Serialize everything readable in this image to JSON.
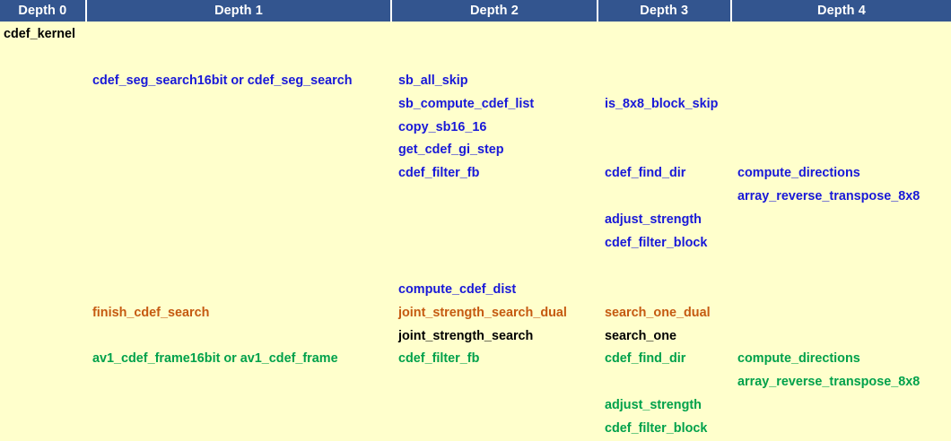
{
  "header": {
    "columns": [
      {
        "label": "Depth 0",
        "name": "column-header-depth-0"
      },
      {
        "label": "Depth 1",
        "name": "column-header-depth-1"
      },
      {
        "label": "Depth 2",
        "name": "column-header-depth-2"
      },
      {
        "label": "Depth 3",
        "name": "column-header-depth-3"
      },
      {
        "label": "Depth 4",
        "name": "column-header-depth-4"
      }
    ]
  },
  "colors": {
    "header_background": "#33558f",
    "header_text": "#ffffff",
    "cell_background": "#ffffcc",
    "text_black": "#000000",
    "text_blue": "#1818d8",
    "text_orange": "#c55a11",
    "text_green": "#00a14b"
  },
  "rows": [
    {
      "depth0": {
        "text": "cdef_kernel",
        "color": "black"
      },
      "depth1": {
        "text": "",
        "color": "none"
      },
      "depth2": {
        "text": "",
        "color": "none"
      },
      "depth3": {
        "text": "",
        "color": "none"
      },
      "depth4": {
        "text": "",
        "color": "none"
      }
    },
    {
      "depth0": {
        "text": "",
        "color": "none"
      },
      "depth1": {
        "text": "",
        "color": "none"
      },
      "depth2": {
        "text": "",
        "color": "none"
      },
      "depth3": {
        "text": "",
        "color": "none"
      },
      "depth4": {
        "text": "",
        "color": "none"
      }
    },
    {
      "depth0": {
        "text": "",
        "color": "none"
      },
      "depth1": {
        "text": "cdef_seg_search16bit or cdef_seg_search",
        "color": "blue"
      },
      "depth2": {
        "text": "sb_all_skip",
        "color": "blue"
      },
      "depth3": {
        "text": "",
        "color": "none"
      },
      "depth4": {
        "text": "",
        "color": "none"
      }
    },
    {
      "depth0": {
        "text": "",
        "color": "none"
      },
      "depth1": {
        "text": "",
        "color": "none"
      },
      "depth2": {
        "text": "sb_compute_cdef_list",
        "color": "blue"
      },
      "depth3": {
        "text": "is_8x8_block_skip",
        "color": "blue"
      },
      "depth4": {
        "text": "",
        "color": "none"
      }
    },
    {
      "depth0": {
        "text": "",
        "color": "none"
      },
      "depth1": {
        "text": "",
        "color": "none"
      },
      "depth2": {
        "text": "copy_sb16_16",
        "color": "blue"
      },
      "depth3": {
        "text": "",
        "color": "none"
      },
      "depth4": {
        "text": "",
        "color": "none"
      }
    },
    {
      "depth0": {
        "text": "",
        "color": "none"
      },
      "depth1": {
        "text": "",
        "color": "none"
      },
      "depth2": {
        "text": "get_cdef_gi_step",
        "color": "blue"
      },
      "depth3": {
        "text": "",
        "color": "none"
      },
      "depth4": {
        "text": "",
        "color": "none"
      }
    },
    {
      "depth0": {
        "text": "",
        "color": "none"
      },
      "depth1": {
        "text": "",
        "color": "none"
      },
      "depth2": {
        "text": "cdef_filter_fb",
        "color": "blue"
      },
      "depth3": {
        "text": "cdef_find_dir",
        "color": "blue"
      },
      "depth4": {
        "text": "compute_directions",
        "color": "blue"
      }
    },
    {
      "depth0": {
        "text": "",
        "color": "none"
      },
      "depth1": {
        "text": "",
        "color": "none"
      },
      "depth2": {
        "text": "",
        "color": "none"
      },
      "depth3": {
        "text": "",
        "color": "none"
      },
      "depth4": {
        "text": "array_reverse_transpose_8x8",
        "color": "blue"
      }
    },
    {
      "depth0": {
        "text": "",
        "color": "none"
      },
      "depth1": {
        "text": "",
        "color": "none"
      },
      "depth2": {
        "text": "",
        "color": "none"
      },
      "depth3": {
        "text": "adjust_strength",
        "color": "blue"
      },
      "depth4": {
        "text": "",
        "color": "none"
      }
    },
    {
      "depth0": {
        "text": "",
        "color": "none"
      },
      "depth1": {
        "text": "",
        "color": "none"
      },
      "depth2": {
        "text": "",
        "color": "none"
      },
      "depth3": {
        "text": "cdef_filter_block",
        "color": "blue"
      },
      "depth4": {
        "text": "",
        "color": "none"
      }
    },
    {
      "depth0": {
        "text": "",
        "color": "none"
      },
      "depth1": {
        "text": "",
        "color": "none"
      },
      "depth2": {
        "text": "",
        "color": "none"
      },
      "depth3": {
        "text": "",
        "color": "none"
      },
      "depth4": {
        "text": "",
        "color": "none"
      }
    },
    {
      "depth0": {
        "text": "",
        "color": "none"
      },
      "depth1": {
        "text": "",
        "color": "none"
      },
      "depth2": {
        "text": "compute_cdef_dist",
        "color": "blue"
      },
      "depth3": {
        "text": "",
        "color": "none"
      },
      "depth4": {
        "text": "",
        "color": "none"
      }
    },
    {
      "depth0": {
        "text": "",
        "color": "none"
      },
      "depth1": {
        "text": "finish_cdef_search",
        "color": "orange"
      },
      "depth2": {
        "text": "joint_strength_search_dual",
        "color": "orange"
      },
      "depth3": {
        "text": "search_one_dual",
        "color": "orange"
      },
      "depth4": {
        "text": "",
        "color": "none"
      }
    },
    {
      "depth0": {
        "text": "",
        "color": "none"
      },
      "depth1": {
        "text": "",
        "color": "none"
      },
      "depth2": {
        "text": "joint_strength_search",
        "color": "black"
      },
      "depth3": {
        "text": "search_one",
        "color": "black"
      },
      "depth4": {
        "text": "",
        "color": "none"
      }
    },
    {
      "depth0": {
        "text": "",
        "color": "none"
      },
      "depth1": {
        "text": "av1_cdef_frame16bit or av1_cdef_frame",
        "color": "green"
      },
      "depth2": {
        "text": "cdef_filter_fb",
        "color": "green"
      },
      "depth3": {
        "text": "cdef_find_dir",
        "color": "green"
      },
      "depth4": {
        "text": "compute_directions",
        "color": "green"
      }
    },
    {
      "depth0": {
        "text": "",
        "color": "none"
      },
      "depth1": {
        "text": "",
        "color": "none"
      },
      "depth2": {
        "text": "",
        "color": "none"
      },
      "depth3": {
        "text": "",
        "color": "none"
      },
      "depth4": {
        "text": "array_reverse_transpose_8x8",
        "color": "green"
      }
    },
    {
      "depth0": {
        "text": "",
        "color": "none"
      },
      "depth1": {
        "text": "",
        "color": "none"
      },
      "depth2": {
        "text": "",
        "color": "none"
      },
      "depth3": {
        "text": "adjust_strength",
        "color": "green"
      },
      "depth4": {
        "text": "",
        "color": "none"
      }
    },
    {
      "depth0": {
        "text": "",
        "color": "none"
      },
      "depth1": {
        "text": "",
        "color": "none"
      },
      "depth2": {
        "text": "",
        "color": "none"
      },
      "depth3": {
        "text": "cdef_filter_block",
        "color": "green"
      },
      "depth4": {
        "text": "",
        "color": "none"
      }
    }
  ]
}
